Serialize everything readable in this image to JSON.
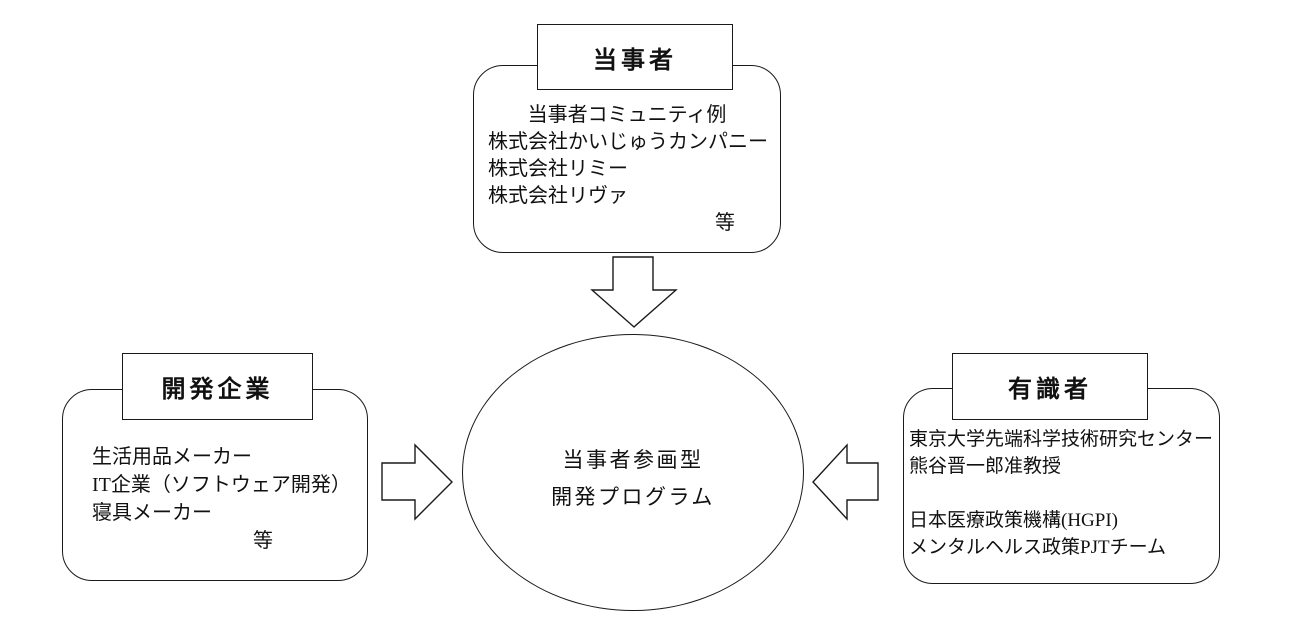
{
  "center": {
    "line1": "当事者参画型",
    "line2": "開発プログラム"
  },
  "nodes": {
    "parties": {
      "title": "当事者",
      "line1": "当事者コミュニティ例",
      "line2": "株式会社かいじゅうカンパニー",
      "line3": "株式会社リミー",
      "line4": "株式会社リヴァ",
      "etc": "等"
    },
    "developers": {
      "title": "開発企業",
      "line1": "生活用品メーカー",
      "line2": "IT企業（ソフトウェア開発）",
      "line3": "寝具メーカー",
      "etc": "等"
    },
    "experts": {
      "title": "有識者",
      "line1": "東京大学先端科学技術研究センター",
      "line2": "熊谷晋一郎准教授",
      "line3": "日本医療政策機構(HGPI)",
      "line4": "メンタルヘルス政策PJTチーム"
    }
  },
  "colors": {
    "stroke": "#1a1a1a",
    "background": "#ffffff"
  }
}
